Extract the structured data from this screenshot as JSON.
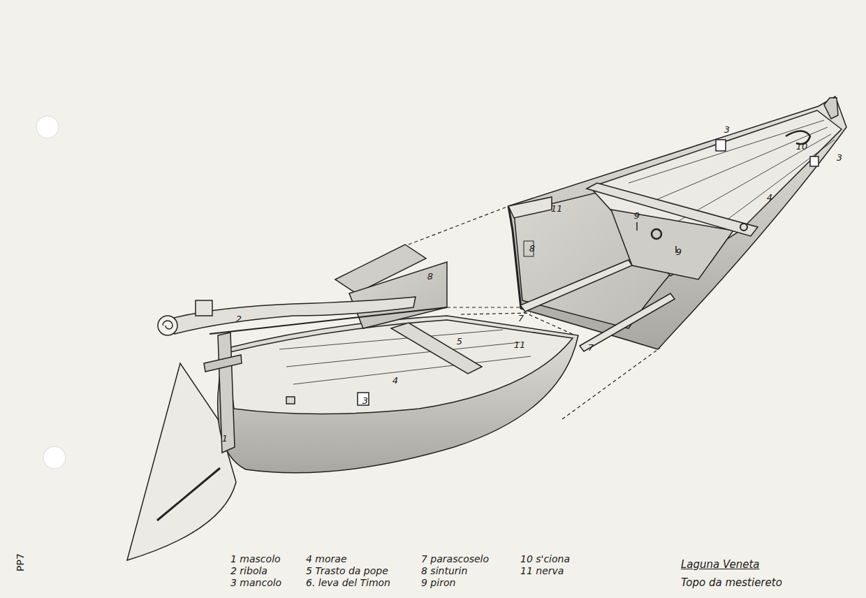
{
  "diagram": {
    "title": "Laguna Veneta",
    "caption": "Topo da mestiereto",
    "labels": [
      "3",
      "10",
      "3",
      "11",
      "9",
      "9",
      "4",
      "8",
      "7",
      "7",
      "2",
      "8",
      "5",
      "4",
      "11",
      "3",
      "1",
      "1 mascolo",
      "2 ribola",
      "3 mancolo",
      "4 morae",
      "5 Trasto da pope",
      "6. leva del Timon",
      "7 parascoselo",
      "8 sinturin",
      "9 piron",
      "10 s'ciona",
      "11 nerva",
      "PP7"
    ]
  }
}
